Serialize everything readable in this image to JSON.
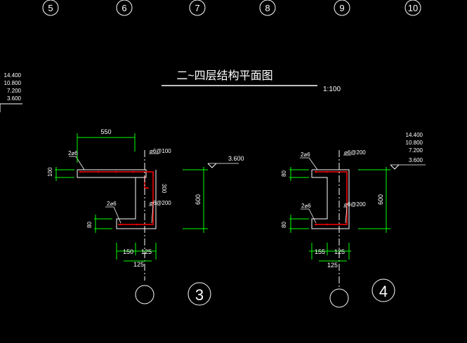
{
  "grid_axes": [
    "5",
    "6",
    "7",
    "8",
    "9",
    "10"
  ],
  "title": "二~四层结构平面图",
  "scale": "1:100",
  "elevations_left": [
    "14.400",
    "10.800",
    "7.200",
    "3.600"
  ],
  "elevations_right": [
    "14.400",
    "10.800",
    "7.200",
    "3.600"
  ],
  "section3": {
    "number": "3",
    "dim_top": "550",
    "dim_left_top": "100",
    "dim_left_bottom": "80",
    "dim_height": "600",
    "dim_wall": "300",
    "dim_bottom_1": "150",
    "dim_bottom_2": "125",
    "dim_bottom_total": "125",
    "rebar_top_left": "2⌀6",
    "rebar_top_right": "⌀6@100",
    "rebar_bottom_left": "2⌀6",
    "rebar_bottom_right": "⌀6@200",
    "elevation": "3.600"
  },
  "section4": {
    "number": "4",
    "dim_left_top": "80",
    "dim_left_bottom": "80",
    "dim_height": "600",
    "dim_bottom_1": "155",
    "dim_bottom_2": "125",
    "dim_bottom_total": "125",
    "rebar_top_left": "2⌀6",
    "rebar_top_right": "⌀6@200",
    "rebar_bottom_left": "2⌀6",
    "rebar_bottom_right": "⌀6@200"
  },
  "colors": {
    "background": "#000000",
    "line": "#ffffff",
    "dimension": "#00ff00",
    "rebar": "#ff0000"
  }
}
